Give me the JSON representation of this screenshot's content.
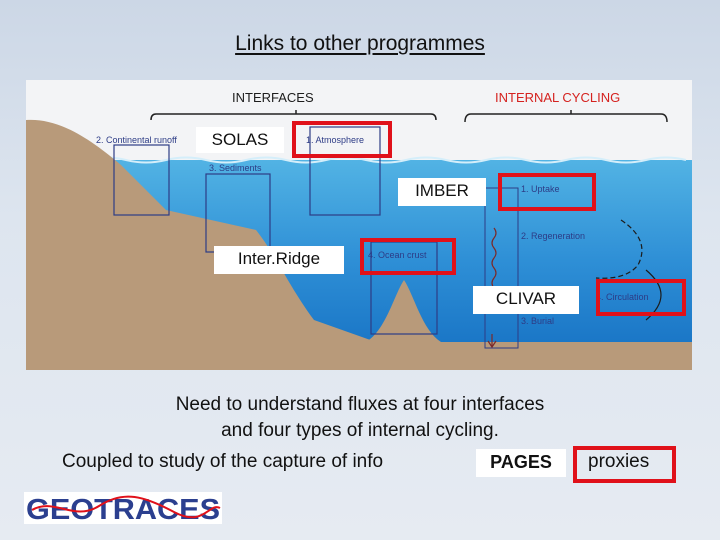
{
  "title": "Links to other programmes",
  "diagram": {
    "headers": {
      "interfaces": "INTERFACES",
      "internal_cycling": "INTERNAL CYCLING"
    },
    "labels": {
      "continental_runoff": "2. Continental runoff",
      "atmosphere": "1. Atmosphere",
      "sediments": "3. Sediments",
      "uptake": "1. Uptake",
      "regeneration": "2. Regeneration",
      "ocean_crust": "4. Ocean crust",
      "circulation": "4. Circulation",
      "burial": "3. Burial"
    }
  },
  "programmes": {
    "solas": "SOLAS",
    "imber": "IMBER",
    "interridge": "Inter.Ridge",
    "clivar": "CLIVAR",
    "pages": "PAGES"
  },
  "caption": {
    "line1": "Need to understand fluxes at four interfaces",
    "line2": "and four types of internal cycling.",
    "line3": "Coupled to study of the capture of info",
    "line3_end": "proxies"
  },
  "logo": {
    "text": "GEOTRACES"
  },
  "colors": {
    "highlight": "#e0111a",
    "water_top": "#41a8de",
    "water_deep": "#1671c3",
    "land": "#b89a7a",
    "header_red": "#d5221f",
    "box_blue": "#2d3c86"
  }
}
